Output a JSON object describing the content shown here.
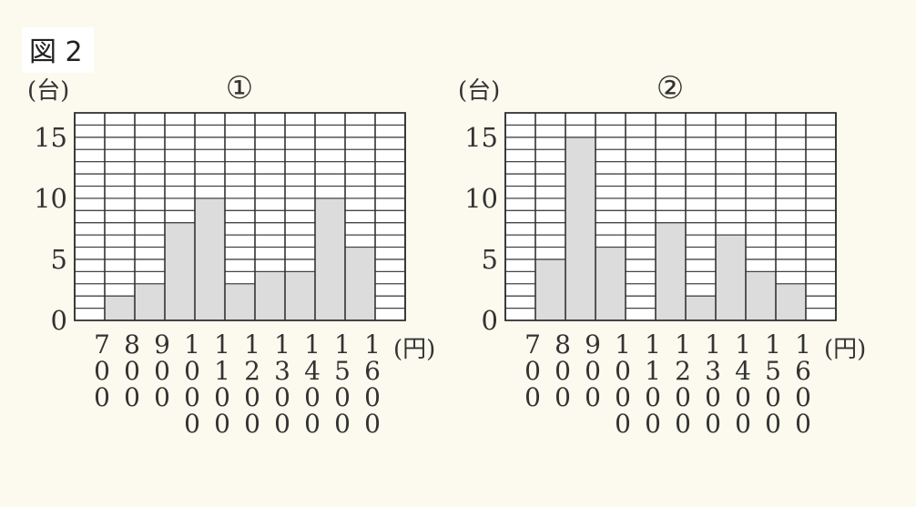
{
  "figure_label": "図 2",
  "chart_data": [
    {
      "type": "bar",
      "title": "①",
      "ylabel": "(台)",
      "xlabel": "(円)",
      "ylim": [
        0,
        17
      ],
      "yticks": [
        0,
        5,
        10,
        15
      ],
      "grid": true,
      "bin_edges": [
        700,
        800,
        900,
        1000,
        1100,
        1200,
        1300,
        1400,
        1500,
        1600
      ],
      "bin_edge_labels": [
        "700",
        "800",
        "900",
        "1000",
        "1100",
        "1200",
        "1300",
        "1400",
        "1500",
        "1600"
      ],
      "values": [
        2,
        3,
        8,
        10,
        3,
        4,
        4,
        10,
        6
      ]
    },
    {
      "type": "bar",
      "title": "②",
      "ylabel": "(台)",
      "xlabel": "(円)",
      "ylim": [
        0,
        17
      ],
      "yticks": [
        0,
        5,
        10,
        15
      ],
      "grid": true,
      "bin_edges": [
        700,
        800,
        900,
        1000,
        1100,
        1200,
        1300,
        1400,
        1500,
        1600
      ],
      "bin_edge_labels": [
        "700",
        "800",
        "900",
        "1000",
        "1100",
        "1200",
        "1300",
        "1400",
        "1500",
        "1600"
      ],
      "values": [
        5,
        15,
        6,
        0,
        8,
        2,
        7,
        4,
        3
      ]
    }
  ]
}
